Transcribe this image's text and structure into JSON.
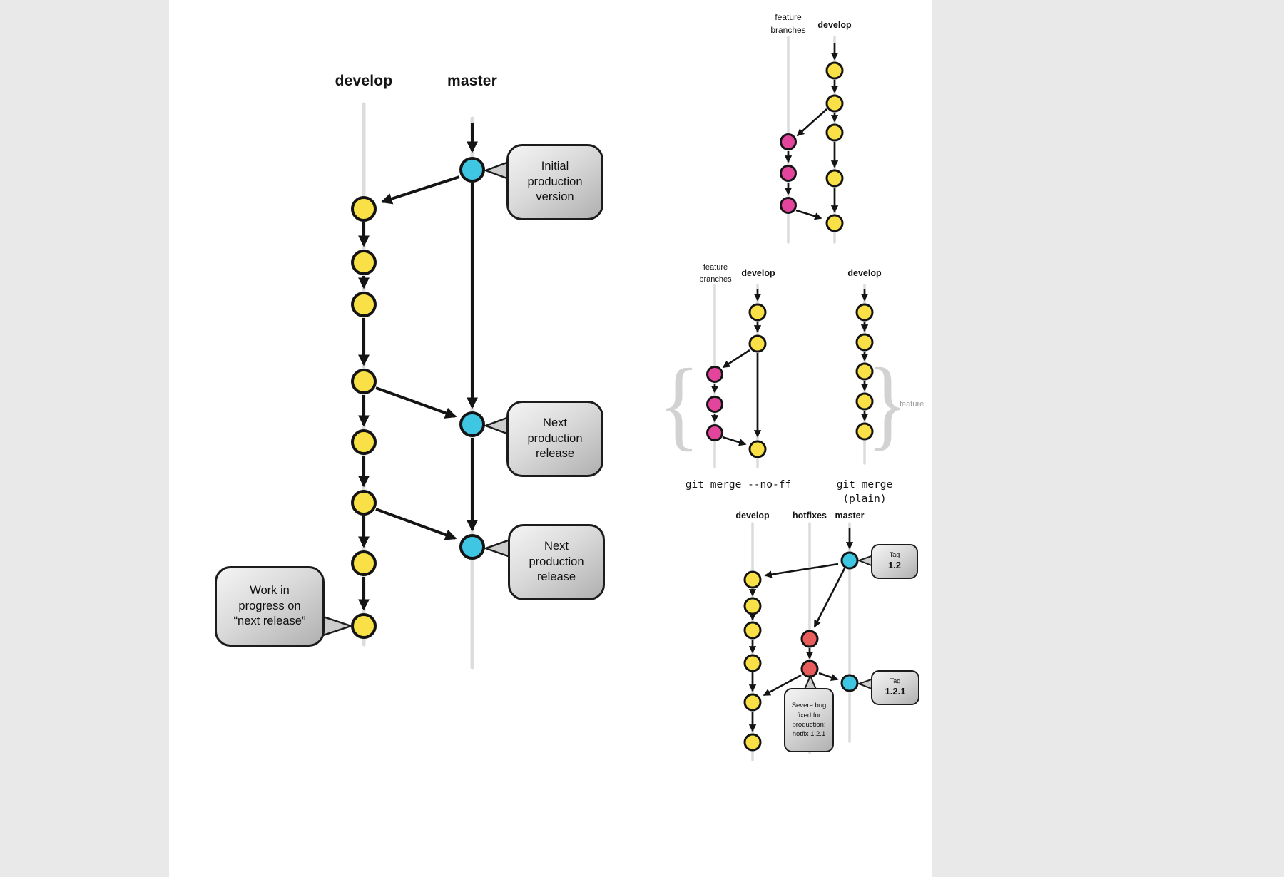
{
  "colors": {
    "background": "#e9e9e9",
    "panel": "#ffffff",
    "develop_commit": "#f9e046",
    "master_commit": "#3fc6e3",
    "feature_commit": "#e2459b",
    "hotfix_commit": "#e85c5c",
    "branch_line": "#dcdcdc",
    "arrow": "#141414"
  },
  "main": {
    "develop_label": "develop",
    "master_label": "master",
    "callout_initial": "Initial production version",
    "callout_next_release_1": "Next production release",
    "callout_next_release_2": "Next production release",
    "callout_wip": "Work in progress on “next release”"
  },
  "feature_overview": {
    "feature_label": "feature branches",
    "develop_label": "develop"
  },
  "merge_no_ff": {
    "feature_label": "feature branches",
    "develop_label": "develop",
    "brace": "{",
    "caption": "git merge --no-ff"
  },
  "merge_plain": {
    "develop_label": "develop",
    "brace": "}",
    "brace_label": "feature",
    "caption_line_1": "git merge",
    "caption_line_2": "(plain)"
  },
  "hotfix_diagram": {
    "develop_label": "develop",
    "hotfixes_label": "hotfixes",
    "master_label": "master",
    "tag_1_word": "Tag",
    "tag_1_value": "1.2",
    "tag_2_word": "Tag",
    "tag_2_value": "1.2.1",
    "bug_callout": "Severe bug fixed for production: hotfix 1.2.1"
  }
}
